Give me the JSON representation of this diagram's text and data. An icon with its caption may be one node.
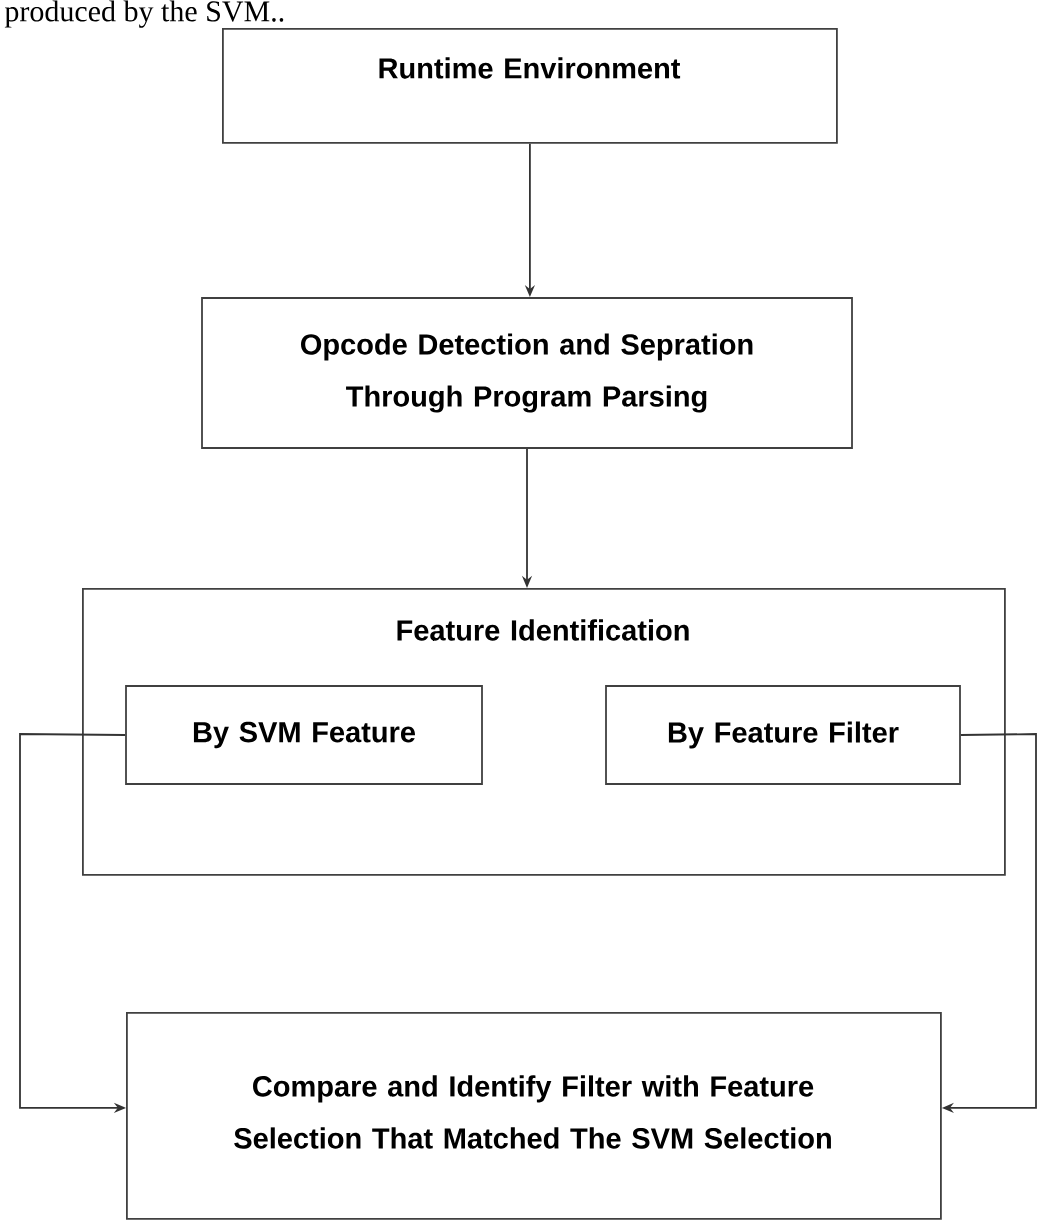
{
  "diagram": {
    "nodes": [
      {
        "text": [
          "Runtime Environment"
        ]
      },
      {
        "text": [
          "Opcode Detection and Sepration Through Program Parsing"
        ]
      },
      {
        "text": [
          "Feature Identification"
        ]
      },
      {
        "text": [
          "By SVM Feature"
        ],
        "in": 2
      },
      {
        "text": [
          "By Feature Filter"
        ],
        "in": 2
      },
      {
        "text": [
          "Compare and Identify Filter with Feature Selection That Matched The SVM Selection"
        ]
      }
    ],
    "edges": [
      {
        "from": 0,
        "to": 1,
        "arrow": "to"
      },
      {
        "from": 1,
        "to": 2,
        "arrow": "to"
      },
      {
        "from": 3,
        "to": 5,
        "arrow": "to"
      },
      {
        "from": 4,
        "to": 5,
        "arrow": "to"
      }
    ],
    "labels": [
      "produced by the SVM.."
    ]
  }
}
